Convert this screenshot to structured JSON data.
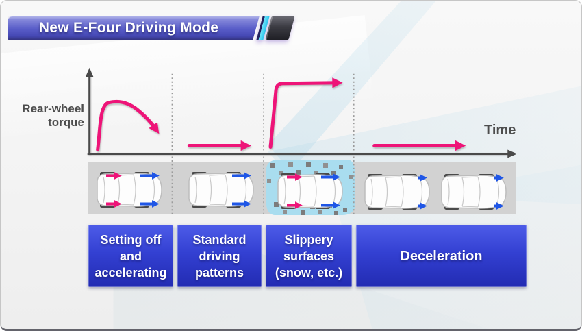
{
  "slide": {
    "title": "New E-Four Driving Mode"
  },
  "chart": {
    "type": "conceptual-line",
    "y_axis_label": "Rear-wheel\ntorque",
    "x_axis_label": "Time",
    "line_color": "#ee1478",
    "phases": [
      {
        "label": "Setting off\nand\naccelerating",
        "rear_wheel_torque": "rises sharply to a high peak then tapers down"
      },
      {
        "label": "Standard\ndriving\npatterns",
        "rear_wheel_torque": "low constant level"
      },
      {
        "label": "Slippery\nsurfaces\n(snow, etc.)",
        "rear_wheel_torque": "rises sharply to a sustained high level"
      },
      {
        "label": "Deceleration",
        "rear_wheel_torque": "low constant level"
      }
    ]
  },
  "diagram": {
    "cars": [
      {
        "phase": "Setting off and accelerating",
        "rear_drive_arrows": true,
        "front_arrow": "long",
        "surface": "normal"
      },
      {
        "phase": "Standard driving patterns",
        "rear_drive_arrows": false,
        "front_arrow": "long",
        "surface": "normal"
      },
      {
        "phase": "Slippery surfaces (snow, etc.)",
        "rear_drive_arrows": true,
        "front_arrow": "long",
        "surface": "snow"
      },
      {
        "phase": "Deceleration",
        "rear_drive_arrows": false,
        "front_arrow": "short",
        "surface": "normal"
      },
      {
        "phase": "Deceleration",
        "rear_drive_arrows": false,
        "front_arrow": "short",
        "surface": "normal"
      }
    ]
  },
  "colors": {
    "torque_line_pink": "#ee1478",
    "rear_arrow_pink": "#ee1478",
    "front_arrow_blue": "#1f56e6",
    "wheel_dark": "#4a4a4a",
    "band_gray": "#d2d2d2",
    "snow_patch_blue": "#a9ddef",
    "snow_square_gray": "#7c7c7c",
    "phase_box_blue": "#3340d2",
    "banner_blue": "#5a5ec9",
    "banner_stripe_cyan": "#2cc8ee"
  }
}
